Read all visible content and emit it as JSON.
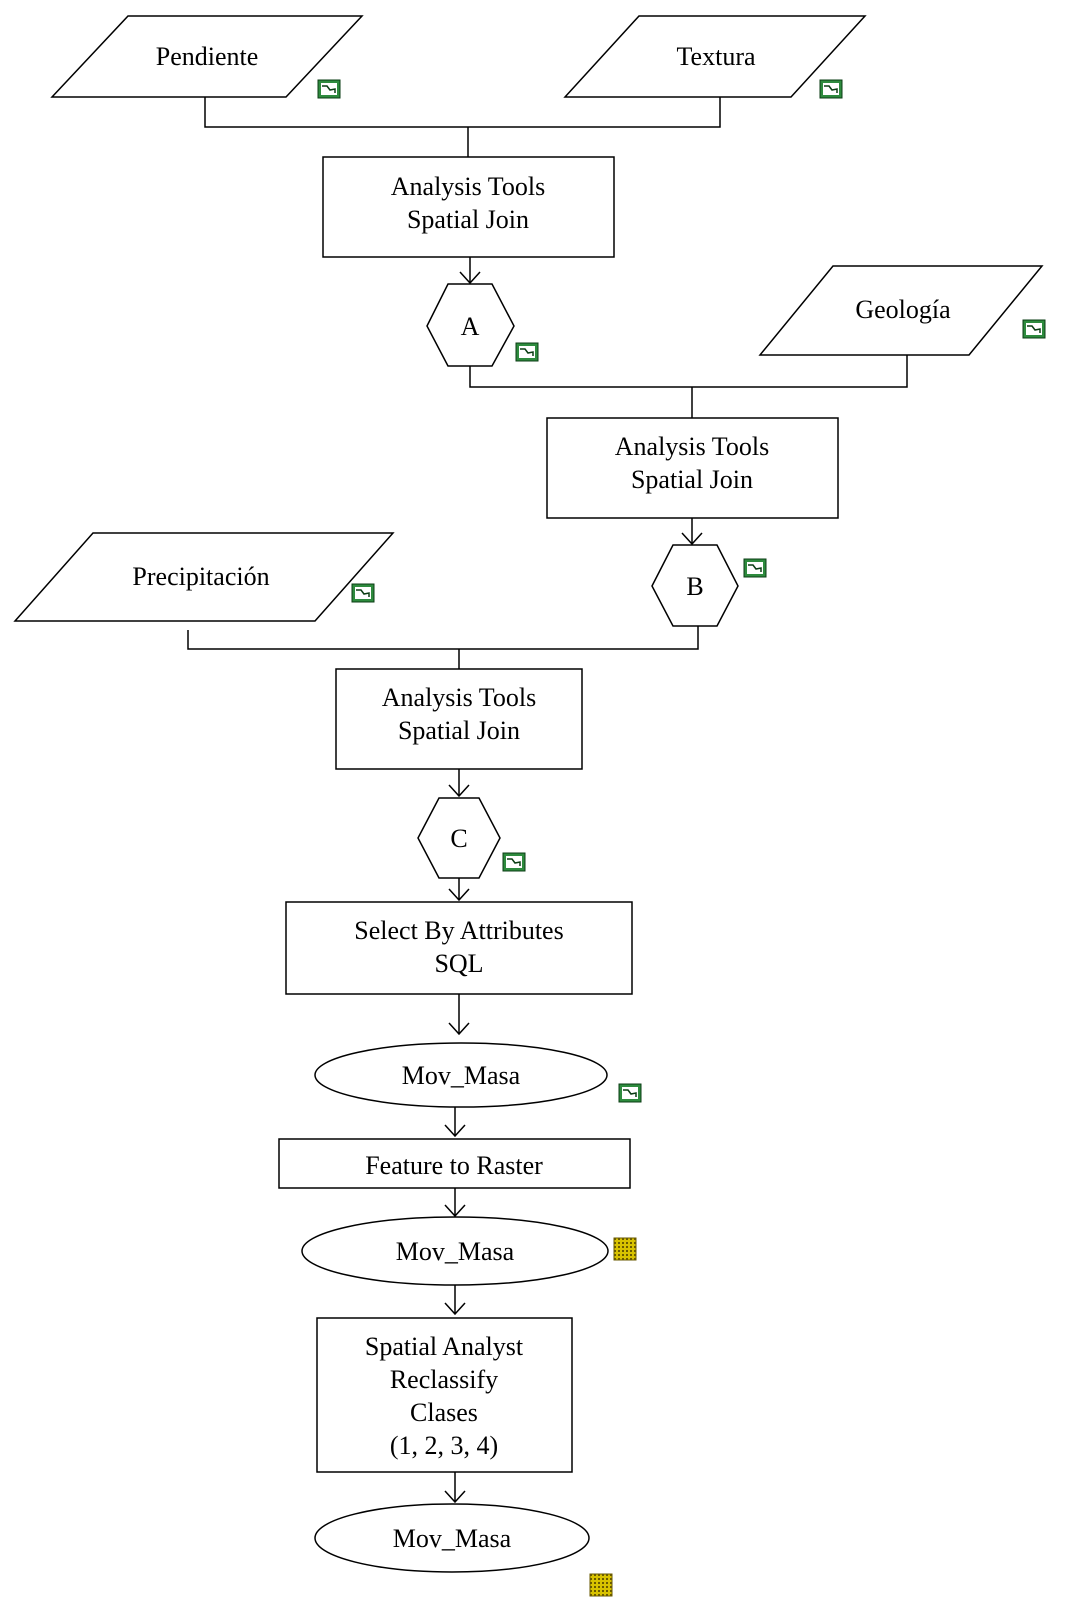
{
  "inputs": {
    "pendiente": "Pendiente",
    "textura": "Textura",
    "geologia": "Geología",
    "precipitacion": "Precipitación"
  },
  "processes": {
    "join1": [
      "Analysis Tools",
      "Spatial Join"
    ],
    "join2": [
      "Analysis Tools",
      "Spatial Join"
    ],
    "join3": [
      "Analysis Tools",
      "Spatial Join"
    ],
    "select": [
      "Select By Attributes",
      "SQL"
    ],
    "to_raster": "Feature to Raster",
    "reclassify": [
      "Spatial Analyst",
      "Reclassify",
      "Clases",
      "(1, 2, 3, 4)"
    ]
  },
  "intermediates": {
    "a": "A",
    "b": "B",
    "c": "C"
  },
  "outputs": {
    "mov_masa_vector": "Mov_Masa",
    "mov_masa_raster": "Mov_Masa",
    "mov_masa_final": "Mov_Masa"
  },
  "icons": {
    "vector": "vector-layer-icon",
    "raster": "raster-layer-icon"
  },
  "colors": {
    "vector_icon_fill": "#2e8b3e",
    "vector_icon_inner": "#ffffff",
    "raster_icon_fill": "#c8b400"
  }
}
